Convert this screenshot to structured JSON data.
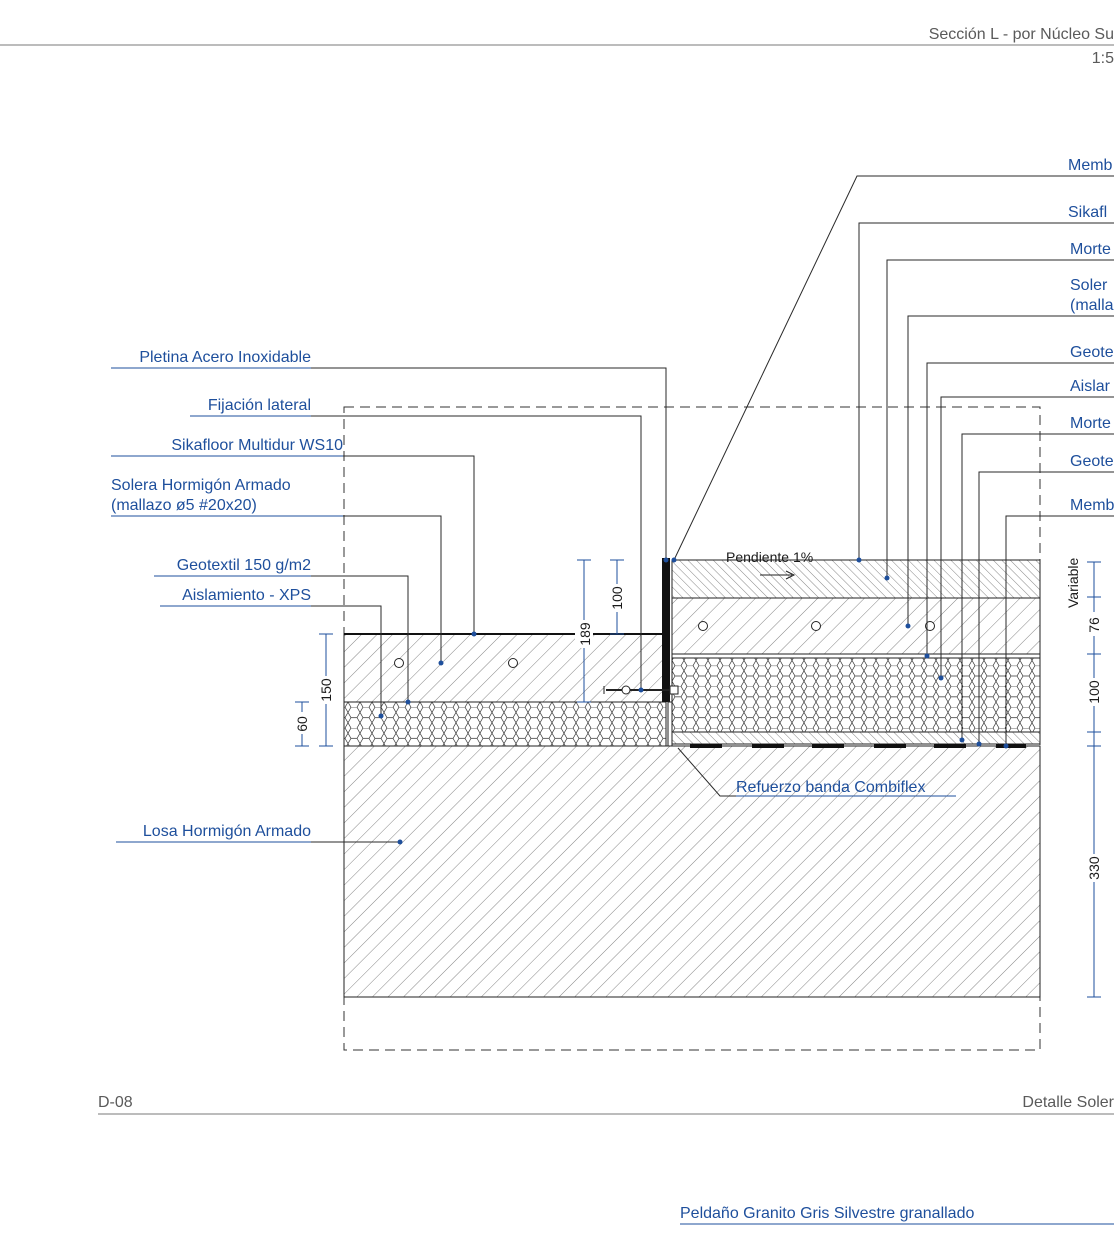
{
  "header": {
    "title": "Sección L - por Núcleo Su",
    "scale": "1:5"
  },
  "footer": {
    "code": "D-08",
    "title": "Detalle Soler"
  },
  "left_labels": [
    "Pletina Acero Inoxidable",
    "Fijación lateral",
    "Sikafloor Multidur WS10",
    "Solera Hormigón Armado",
    "(mallazo ø5 #20x20)",
    "Geotextil 150 g/m2",
    "Aislamiento - XPS",
    "Losa Hormigón Armado"
  ],
  "right_labels": [
    "Memb",
    "Sikafl",
    "Morte",
    "Soler",
    "(malla",
    "Geote",
    "Aislar",
    "Morte",
    "Geote",
    "Memb"
  ],
  "bottom_label": "Refuerzo banda Combiflex",
  "slope_note": "Pendiente 1%",
  "dimensions": {
    "d189": "189",
    "d100a": "100",
    "d150": "150",
    "d60": "60",
    "variable": "Variable",
    "d76": "76",
    "d100b": "100",
    "d330": "330"
  },
  "next_detail_label": "Peldaño Granito Gris Silvestre granallado"
}
